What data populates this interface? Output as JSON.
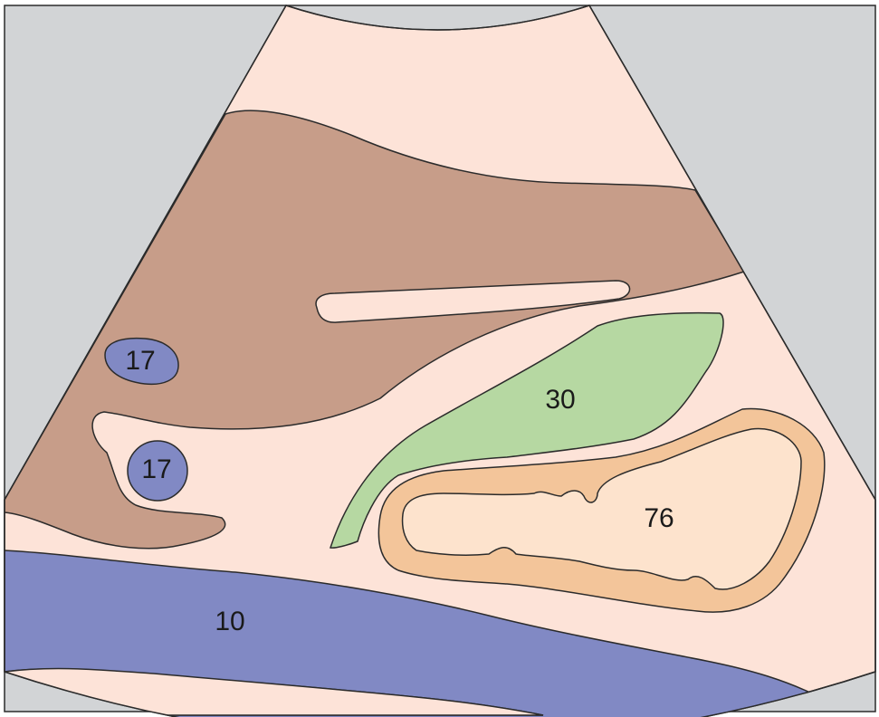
{
  "colors": {
    "background_gray": "#d2d4d6",
    "sector_fill": "#fde3d8",
    "brown_region": "#c79d89",
    "blue_vessel": "#8189c4",
    "green_region": "#b6d8a2",
    "orange_ring": "#f3c59a",
    "inner_region": "#fde3cd",
    "outline": "#2b2b2b"
  },
  "labels": {
    "vessel_left_upper": "17",
    "vessel_left_lower": "17",
    "green_region": "30",
    "inner_region": "76",
    "blue_band": "10"
  }
}
